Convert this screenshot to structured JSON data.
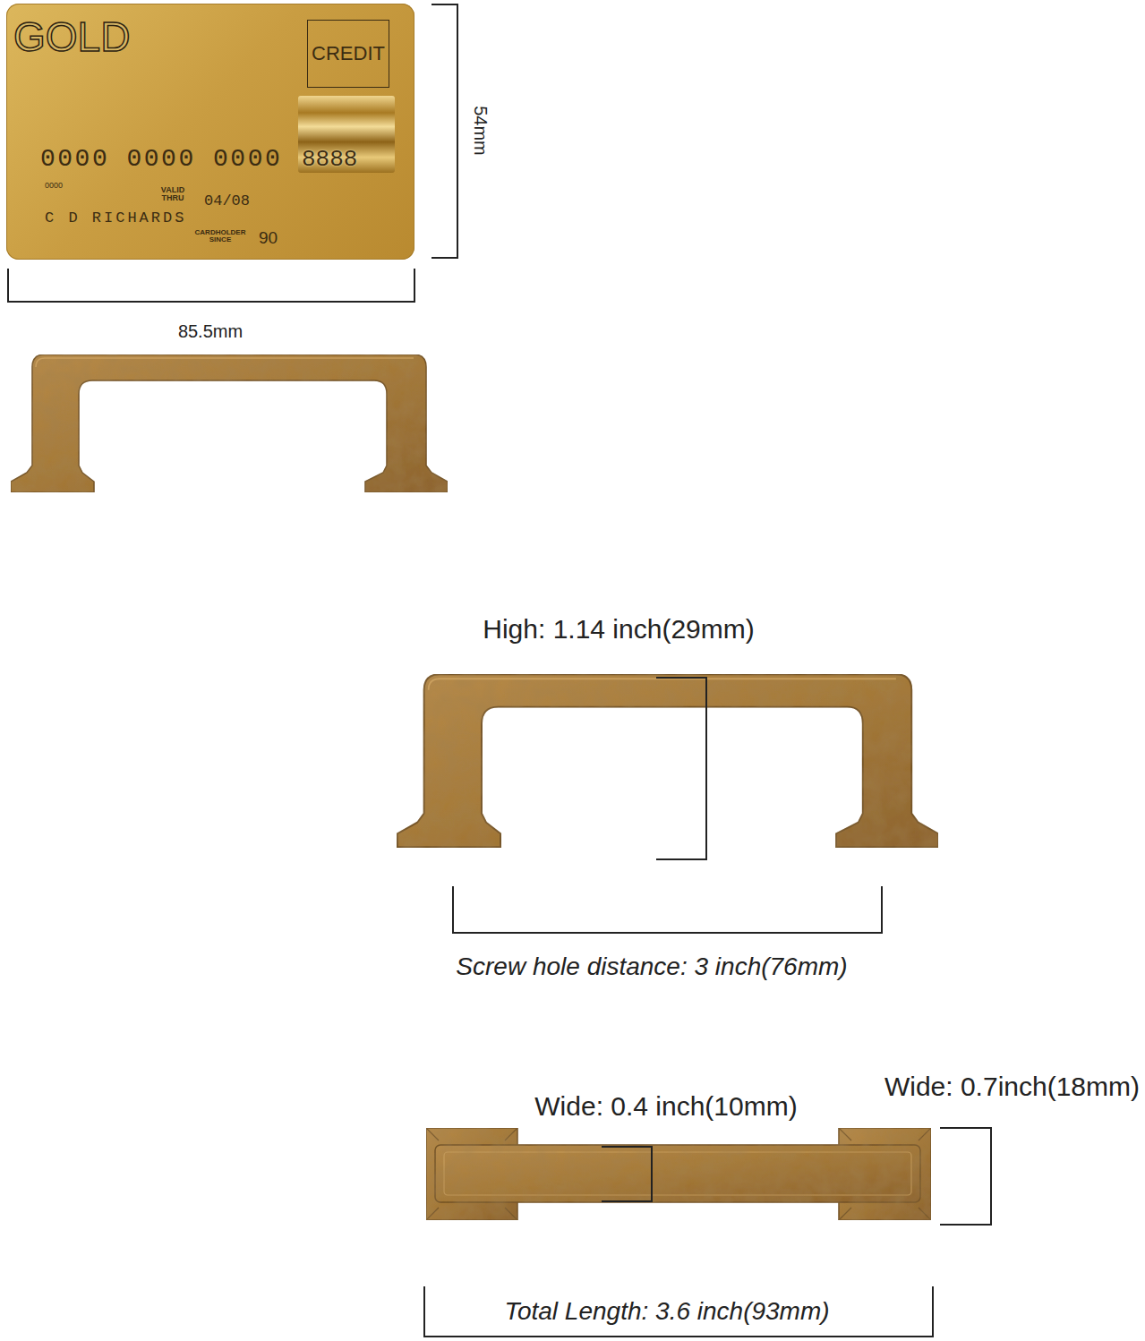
{
  "diagram": {
    "nodes": [
      {
        "text": [
          "GOLD",
          "0000 0000 0000",
          "0000",
          "VALID THRU",
          "04/08",
          "C D RICHARDS",
          "CARDHOLDER SINCE",
          "90"
        ]
      },
      {
        "text": [
          "CREDIT"
        ],
        "in": 0
      },
      {
        "text": [
          "8888"
        ],
        "in": 0
      }
    ],
    "labels": [
      "54mm",
      "85.5mm",
      "High: 1.14 inch(29mm)",
      "Screw hole distance: 3 inch(76mm)",
      "Wide: 0.4 inch(10mm)",
      "Wide: 0.7inch(18mm)",
      "Total Length: 3.6 inch(93mm)"
    ]
  }
}
